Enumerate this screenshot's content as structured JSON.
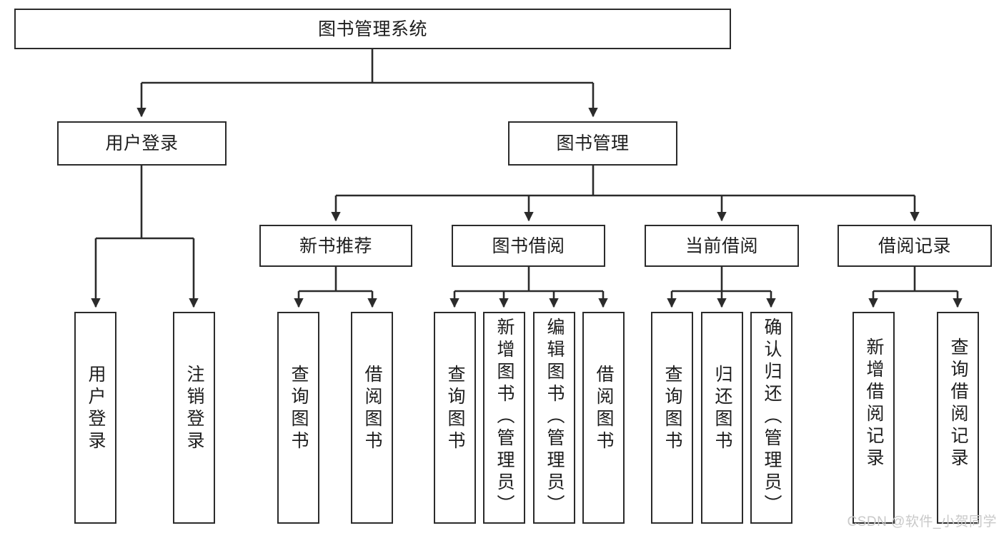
{
  "diagram": {
    "title": "图书管理系统",
    "type": "tree",
    "orientation": "top-down",
    "colors": {
      "box_border": "#2b2b2b",
      "box_fill": "#ffffff",
      "edge": "#2b2b2b",
      "text": "#1d1d1d",
      "watermark": "#c9c9c9"
    },
    "nodes": {
      "root": {
        "label": "图书管理系统"
      },
      "level2": [
        {
          "id": "user-login",
          "label": "用户登录"
        },
        {
          "id": "book-management",
          "label": "图书管理"
        }
      ],
      "level3": [
        {
          "id": "new-book-recommend",
          "label": "新书推荐"
        },
        {
          "id": "book-borrow",
          "label": "图书借阅"
        },
        {
          "id": "current-borrow",
          "label": "当前借阅"
        },
        {
          "id": "borrow-record",
          "label": "借阅记录"
        }
      ],
      "leaves": {
        "user-login": [
          {
            "id": "leaf-user-login",
            "label": "用户登录"
          },
          {
            "id": "leaf-logout-login",
            "label": "注销登录"
          }
        ],
        "new-book-recommend": [
          {
            "id": "leaf-query-book-1",
            "label": "查询图书"
          },
          {
            "id": "leaf-borrow-book-1",
            "label": "借阅图书"
          }
        ],
        "book-borrow": [
          {
            "id": "leaf-query-book-2",
            "label": "查询图书"
          },
          {
            "id": "leaf-add-book-admin",
            "label": "新增图书（管理员）"
          },
          {
            "id": "leaf-edit-book-admin",
            "label": "编辑图书（管理员）"
          },
          {
            "id": "leaf-borrow-book-2",
            "label": "借阅图书"
          }
        ],
        "current-borrow": [
          {
            "id": "leaf-query-book-3",
            "label": "查询图书"
          },
          {
            "id": "leaf-return-book",
            "label": "归还图书"
          },
          {
            "id": "leaf-confirm-return-admin",
            "label": "确认归还（管理员）"
          }
        ],
        "borrow-record": [
          {
            "id": "leaf-add-borrow-record",
            "label": "新增借阅记录"
          },
          {
            "id": "leaf-query-borrow-record",
            "label": "查询借阅记录"
          }
        ]
      }
    },
    "watermark": "CSDN @软件_小贺同学"
  }
}
